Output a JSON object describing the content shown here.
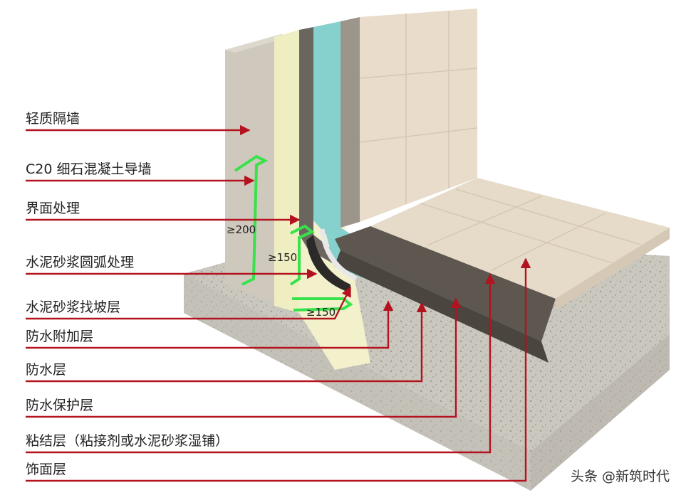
{
  "labels": [
    "轻质隔墙",
    "C20 细石混凝土导墙",
    "界面处理",
    "水泥砂浆圆弧处理",
    "水泥砂浆找坡层",
    "防水附加层",
    "防水层",
    "防水保护层",
    "粘结层（粘接剂或水泥砂浆湿铺）",
    "饰面层"
  ],
  "dimensions": {
    "wall_height": "≥200",
    "additional_up": "≥150",
    "additional_floor": "≥150"
  },
  "watermark": "头条 @新筑时代",
  "colors": {
    "leader": "#b3121f",
    "dimension": "#37e24a",
    "gray_wall": "#cfc9bd",
    "guide_wall": "#efeec2",
    "waterproof": "#86d1cd",
    "mortar": "#5d5750",
    "tile": "#e8dccb",
    "concrete": "#c9c7c0"
  }
}
